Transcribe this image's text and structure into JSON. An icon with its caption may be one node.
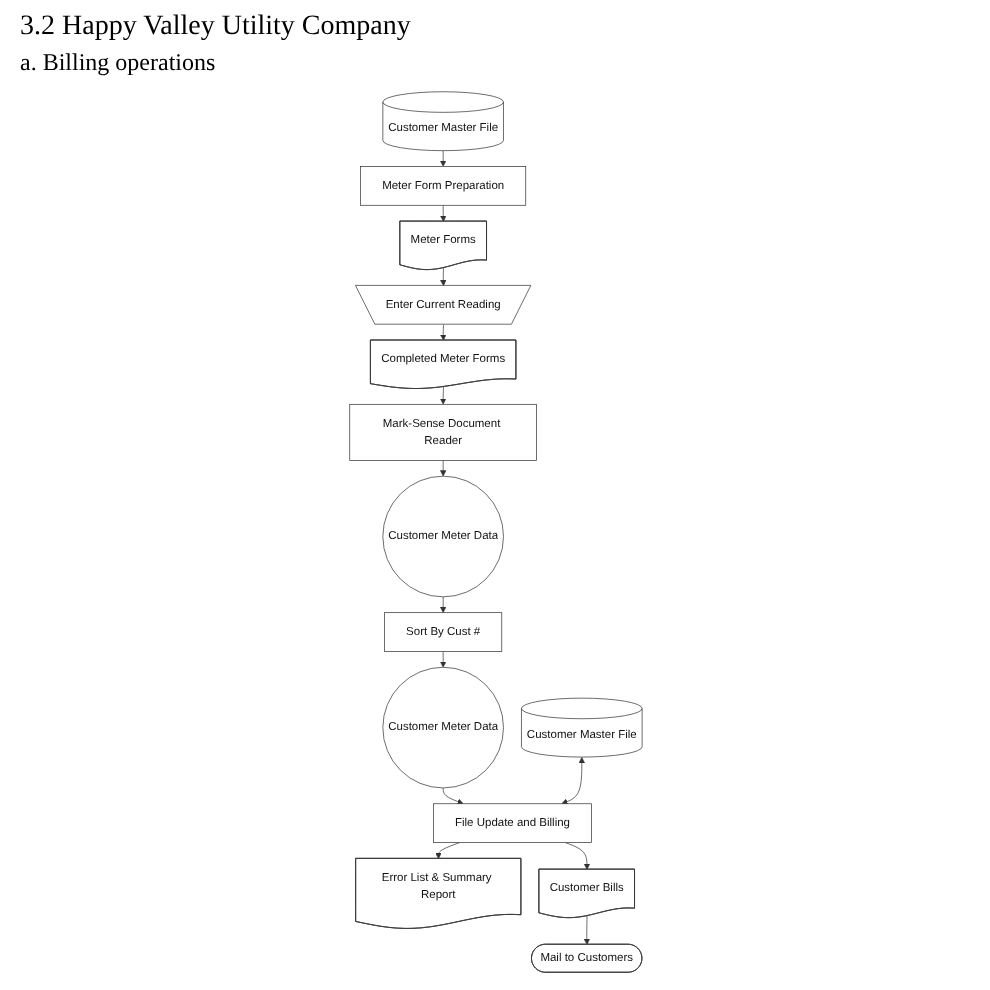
{
  "diagram": {
    "title": "3.2 Happy Valley Utility Company",
    "nodes": [
      {
        "text": [
          "Customer Master File"
        ]
      },
      {
        "text": [
          "Meter Form Preparation"
        ]
      },
      {
        "text": [
          "Meter Forms"
        ]
      },
      {
        "text": [
          "Enter Current Reading"
        ]
      },
      {
        "text": [
          "Completed Meter Forms"
        ]
      },
      {
        "text": [
          "Mark-Sense Document Reader"
        ]
      },
      {
        "text": [
          "Customer Meter Data"
        ]
      },
      {
        "text": [
          "Sort By Cust #"
        ]
      },
      {
        "text": [
          "Customer Meter Data"
        ]
      },
      {
        "text": [
          "File Update and Billing"
        ]
      },
      {
        "text": [
          "Customer Master File"
        ]
      },
      {
        "text": [
          "Error List & Summary Report"
        ]
      },
      {
        "text": [
          "Customer Bills"
        ]
      },
      {
        "text": [
          "Mail to Customers"
        ]
      }
    ],
    "edges": [
      {
        "from": 0,
        "to": 1,
        "arrow": "to"
      },
      {
        "from": 1,
        "to": 2,
        "arrow": "to"
      },
      {
        "from": 2,
        "to": 3,
        "arrow": "to"
      },
      {
        "from": 3,
        "to": 4,
        "arrow": "to"
      },
      {
        "from": 4,
        "to": 5,
        "arrow": "to"
      },
      {
        "from": 5,
        "to": 6,
        "arrow": "to"
      },
      {
        "from": 6,
        "to": 7,
        "arrow": "to"
      },
      {
        "from": 7,
        "to": 8,
        "arrow": "to"
      },
      {
        "from": 8,
        "to": 9,
        "arrow": "to"
      },
      {
        "from": 10,
        "to": 9,
        "arrow": "both"
      },
      {
        "from": 9,
        "to": 11,
        "arrow": "to"
      },
      {
        "from": 9,
        "to": 12,
        "arrow": "to"
      },
      {
        "from": 12,
        "to": 13,
        "arrow": "to"
      }
    ],
    "labels": [
      "a. Billing operations"
    ]
  }
}
